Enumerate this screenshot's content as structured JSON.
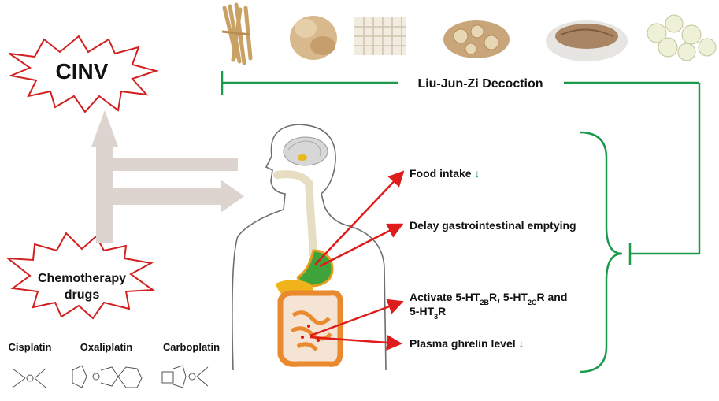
{
  "cinv_label": "CINV",
  "decoction_label": "Liu-Jun-Zi Decoction",
  "chemo_label_line1": "Chemotherapy",
  "chemo_label_line2": "drugs",
  "drugs": [
    {
      "name": "Cisplatin"
    },
    {
      "name": "Oxaliplatin"
    },
    {
      "name": "Carboplatin"
    }
  ],
  "effects": [
    {
      "text": "Food intake",
      "arrow": "↓"
    },
    {
      "text": "Delay gastrointestinal emptying"
    },
    {
      "line1_html": "Activate 5-HT<tspan baseline-shift=\"sub\" font-size=\"9\">2B</tspan>R, 5-HT<tspan baseline-shift=\"sub\" font-size=\"9\">2C</tspan>R and",
      "line2_html": "5-HT<tspan baseline-shift=\"sub\" font-size=\"9\">3</tspan>R"
    },
    {
      "text": "Plasma ghrelin level",
      "arrow": "↓"
    }
  ],
  "colors": {
    "green": "#1a9a4a",
    "red": "#e01b1b",
    "gray_arrow": "#ddd3cf",
    "burst_stroke": "#d21f1f"
  },
  "herbs": [
    "ginseng-root",
    "atractylodes-slices",
    "poria-cubes",
    "licorice-slices",
    "pinellia-slices",
    "tangerine-peel-balls"
  ]
}
